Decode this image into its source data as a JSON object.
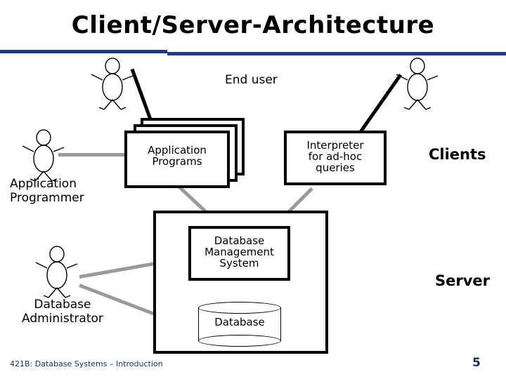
{
  "slide": {
    "title": "Client/Server-Architecture",
    "accent_color": "#1b3a8c",
    "connector_color": "#9a9a9a",
    "outline_color": "#000000",
    "footer_color": "#15305e"
  },
  "diagram": {
    "end_user_label": "End user",
    "application_programmer_label": "Application\nProgrammer",
    "database_administrator_label": "Database\nAdministrator",
    "clients_label": "Clients",
    "server_label": "Server",
    "boxes": {
      "application_programs": "Application\nPrograms",
      "interpreter": "Interpreter\nfor ad-hoc\nqueries",
      "dbms": "Database\nManagement\nSystem",
      "database": "Database"
    }
  },
  "footer": {
    "course_text": "421B: Database Systems – Introduction",
    "page_number": "5"
  }
}
